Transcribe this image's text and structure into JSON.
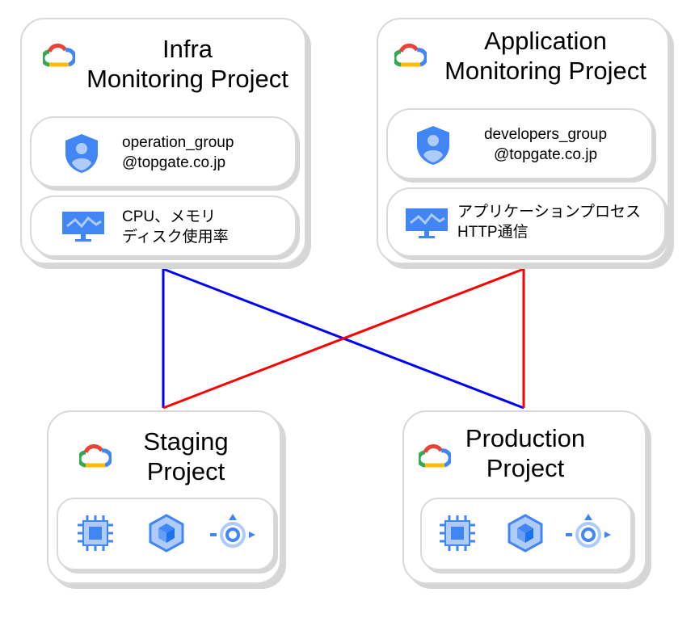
{
  "infra": {
    "title_line1": "Infra",
    "title_line2": "Monitoring Project",
    "group_line1": "operation_group",
    "group_line2": "@topgate.co.jp",
    "metrics_line1": "CPU、メモリ",
    "metrics_line2": "ディスク使用率"
  },
  "application": {
    "title_line1": "Application",
    "title_line2": "Monitoring Project",
    "group_line1": "developers_group",
    "group_line2": "@topgate.co.jp",
    "metrics_line1": "アプリケーションプロセス",
    "metrics_line2": "HTTP通信"
  },
  "staging": {
    "title_line1": "Staging",
    "title_line2": "Project",
    "icons": [
      "compute-engine-icon",
      "kubernetes-engine-icon",
      "cloud-run-icon"
    ]
  },
  "production": {
    "title_line1": "Production",
    "title_line2": "Project",
    "icons": [
      "compute-engine-icon",
      "kubernetes-engine-icon",
      "cloud-run-icon"
    ]
  },
  "connections": [
    {
      "from": "infra",
      "to": "staging",
      "color": "#0000ff"
    },
    {
      "from": "infra",
      "to": "production",
      "color": "#0000ff"
    },
    {
      "from": "application",
      "to": "staging",
      "color": "#ff0000"
    },
    {
      "from": "application",
      "to": "production",
      "color": "#ff0000"
    }
  ],
  "colors": {
    "monitor_blue": "#0000ff",
    "app_red": "#ff0000",
    "icon_blue": "#4285f4",
    "icon_light": "#aecbfa"
  }
}
